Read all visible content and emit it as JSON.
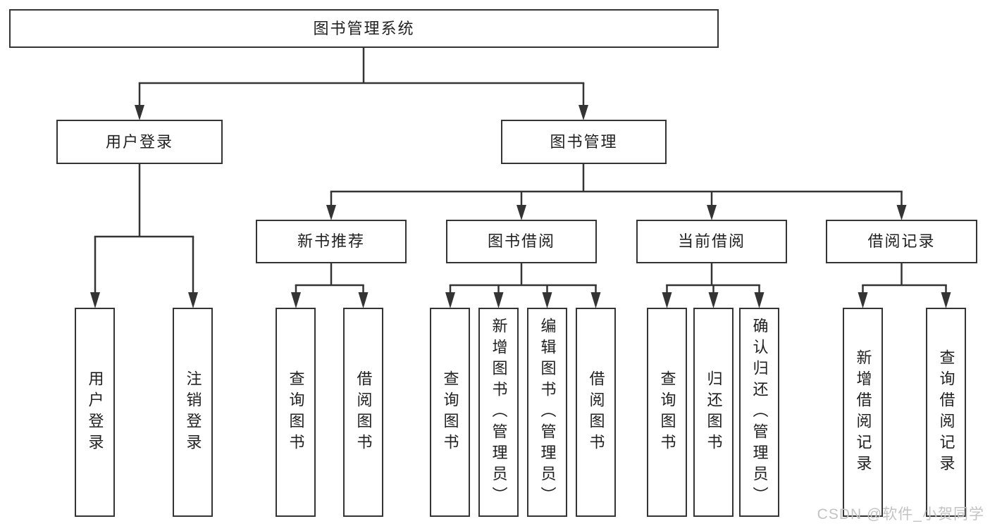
{
  "diagram": {
    "title": "图书管理系统",
    "root": "图书管理系统",
    "branches": {
      "user_login": {
        "label": "用户登录",
        "children": [
          "用户登录",
          "注销登录"
        ]
      },
      "book_management": {
        "label": "图书管理",
        "sections": {
          "new_book_recommend": {
            "label": "新书推荐",
            "children": [
              "查询图书",
              "借阅图书"
            ]
          },
          "book_borrow": {
            "label": "图书借阅",
            "children": [
              "查询图书",
              "新增图书（管理员）",
              "编辑图书（管理员）",
              "借阅图书"
            ]
          },
          "current_borrow": {
            "label": "当前借阅",
            "children": [
              "查询图书",
              "归还图书",
              "确认归还（管理员）"
            ]
          },
          "borrow_record": {
            "label": "借阅记录",
            "children": [
              "新增借阅记录",
              "查询借阅记录"
            ]
          }
        }
      }
    }
  },
  "watermark": "CSDN @软件_小贺同学",
  "colors": {
    "line": "#343434",
    "box_border": "#343434",
    "text": "#212121",
    "watermark": "#c3c3c3",
    "background": "#ffffff"
  }
}
